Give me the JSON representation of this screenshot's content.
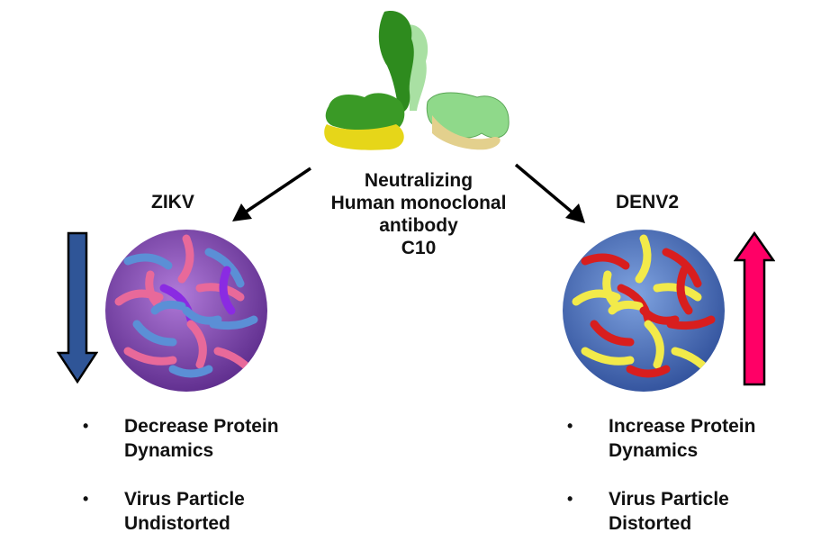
{
  "center": {
    "molecule_name": "antibody-structure",
    "label_lines": [
      "Neutralizing",
      "Human monoclonal",
      "antibody",
      "C10"
    ],
    "colors": {
      "heavy_chain_dark": "#2e8b1e",
      "heavy_chain_light": "#8fd98a",
      "light_chain_yellow": "#e6d619",
      "light_chain_tan": "#e3d08d"
    }
  },
  "left": {
    "title": "ZIKV",
    "trend_icon": "arrow-down-icon",
    "trend_color": "#2f5597",
    "capsid_colors": [
      "#8a2be2",
      "#e8699a",
      "#5b8fd6"
    ],
    "bullets": [
      {
        "line1": "Decrease Protein",
        "line2": "Dynamics"
      },
      {
        "line1": "Virus Particle",
        "line2": "Undistorted"
      }
    ]
  },
  "right": {
    "title": "DENV2",
    "trend_icon": "arrow-up-icon",
    "trend_color": "#ff0066",
    "capsid_colors": [
      "#d81e1e",
      "#f2ea4a",
      "#5b8fd6"
    ],
    "bullets": [
      {
        "line1": "Increase Protein",
        "line2": "Dynamics"
      },
      {
        "line1": "Virus Particle",
        "line2": "Distorted"
      }
    ]
  },
  "bullet_char": "•"
}
